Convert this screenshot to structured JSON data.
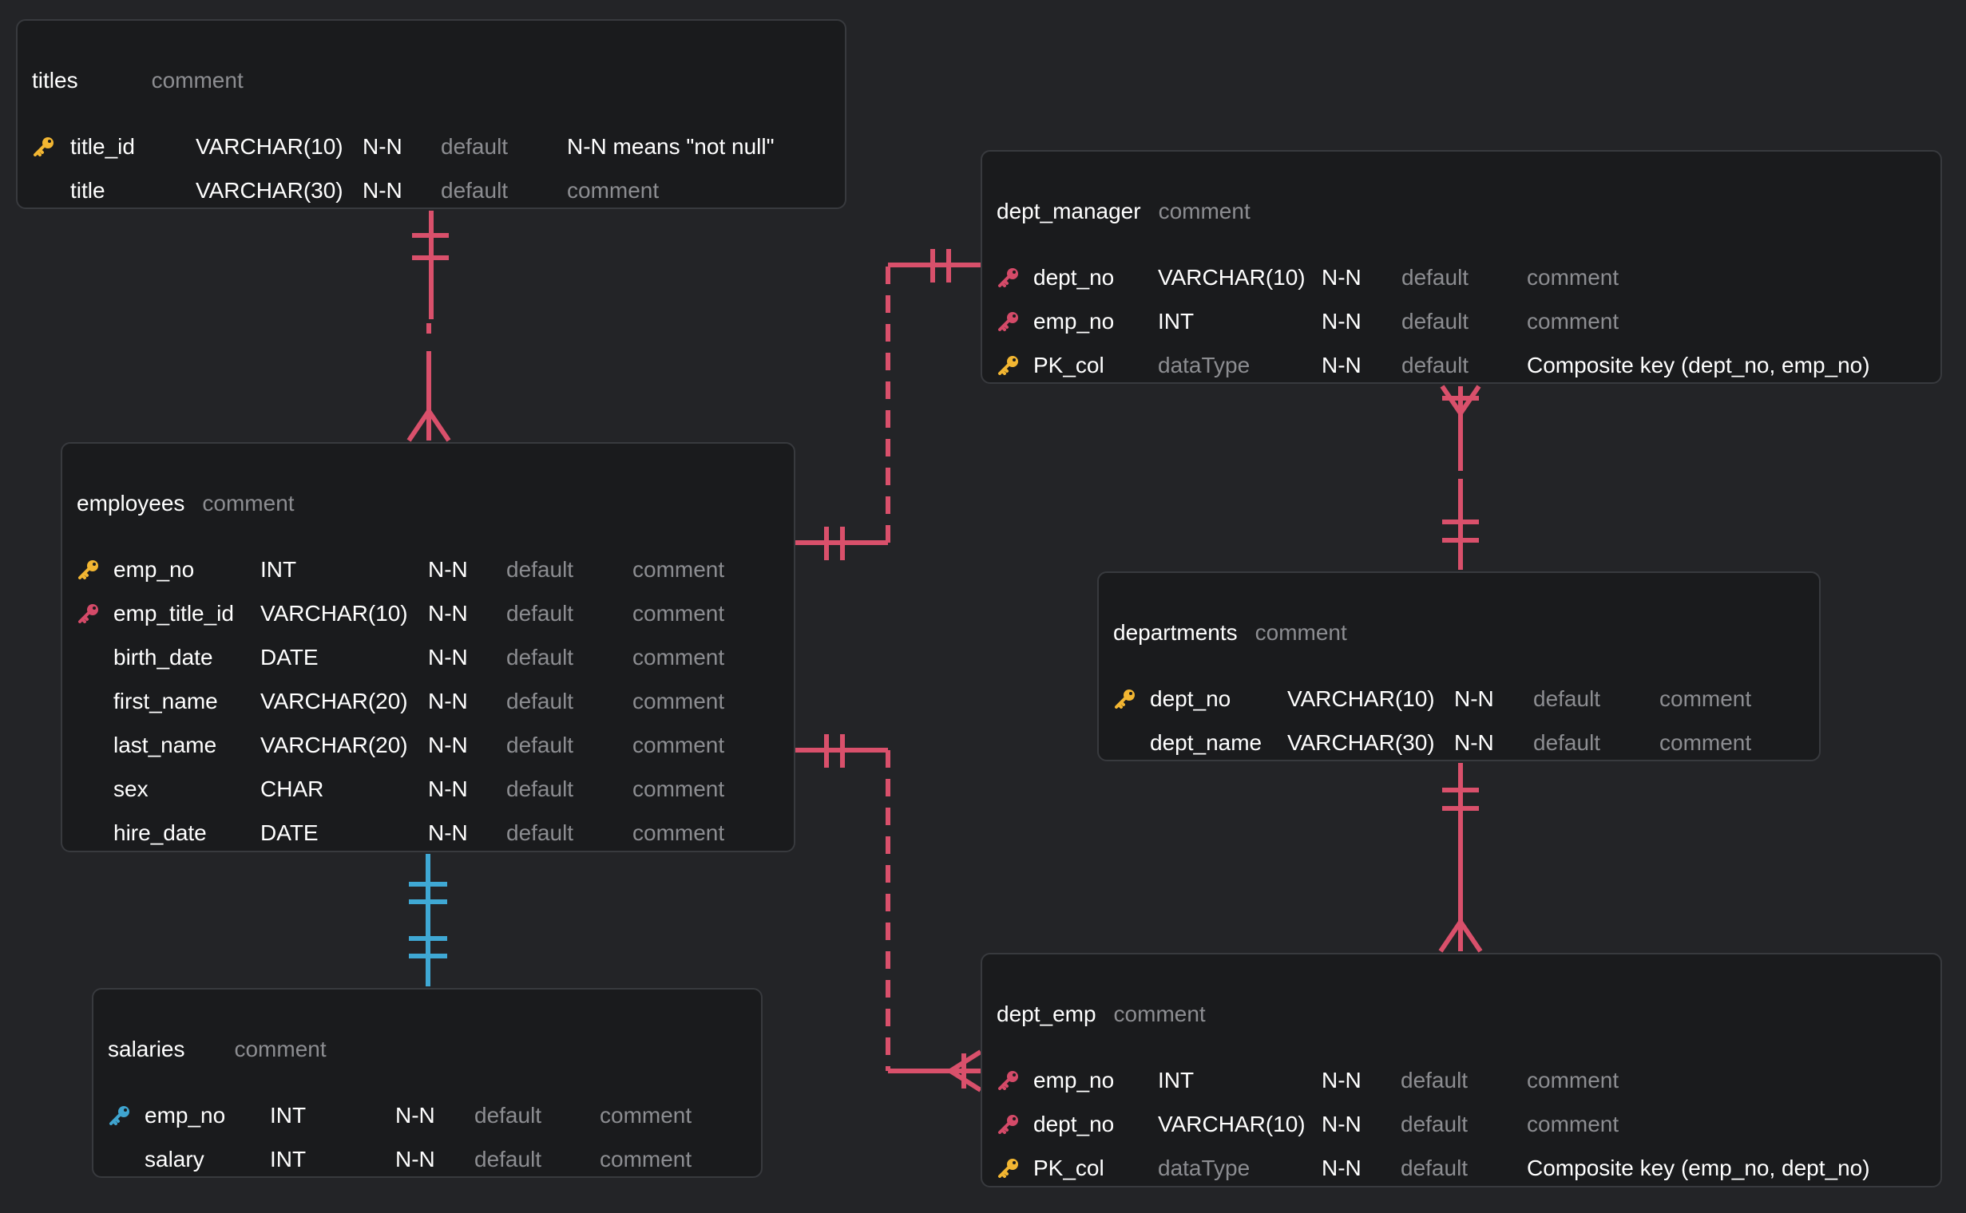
{
  "colors": {
    "background": "#232427",
    "table_bg": "#1a1b1d",
    "border": "#383a3e",
    "muted_text": "#8c8d91",
    "primary_key": "#f2b632",
    "foreign_key": "#d44a68",
    "link_key": "#3fa4cf",
    "relation_red": "#d9506b",
    "relation_blue": "#3fa8d4"
  },
  "tables": [
    {
      "id": "titles",
      "name": "titles",
      "comment": "comment",
      "columns": [
        {
          "key": "primary",
          "name": "title_id",
          "type": "VARCHAR(10)",
          "nullable": "N-N",
          "default": "default",
          "comment": "N-N means \"not null\"",
          "comment_style": "white"
        },
        {
          "key": "none",
          "name": "title",
          "type": "VARCHAR(30)",
          "nullable": "N-N",
          "default": "default",
          "comment": "comment",
          "comment_style": "muted"
        }
      ]
    },
    {
      "id": "dept_manager",
      "name": "dept_manager",
      "comment": "comment",
      "columns": [
        {
          "key": "foreign",
          "name": "dept_no",
          "type": "VARCHAR(10)",
          "type_style": "white",
          "nullable": "N-N",
          "default": "default",
          "comment": "comment",
          "comment_style": "muted"
        },
        {
          "key": "foreign",
          "name": "emp_no",
          "type": "INT",
          "type_style": "white",
          "nullable": "N-N",
          "default": "default",
          "comment": "comment",
          "comment_style": "muted"
        },
        {
          "key": "primary",
          "name": "PK_col",
          "type": "dataType",
          "type_style": "muted",
          "nullable": "N-N",
          "default": "default",
          "comment": "Composite key (dept_no, emp_no)",
          "comment_style": "white"
        }
      ]
    },
    {
      "id": "employees",
      "name": "employees",
      "comment": "comment",
      "columns": [
        {
          "key": "primary",
          "name": "emp_no",
          "type": "INT",
          "nullable": "N-N",
          "default": "default",
          "comment": "comment",
          "comment_style": "muted"
        },
        {
          "key": "foreign",
          "name": "emp_title_id",
          "type": "VARCHAR(10)",
          "nullable": "N-N",
          "default": "default",
          "comment": "comment",
          "comment_style": "muted"
        },
        {
          "key": "none",
          "name": "birth_date",
          "type": "DATE",
          "nullable": "N-N",
          "default": "default",
          "comment": "comment",
          "comment_style": "muted"
        },
        {
          "key": "none",
          "name": "first_name",
          "type": "VARCHAR(20)",
          "nullable": "N-N",
          "default": "default",
          "comment": "comment",
          "comment_style": "muted"
        },
        {
          "key": "none",
          "name": "last_name",
          "type": "VARCHAR(20)",
          "nullable": "N-N",
          "default": "default",
          "comment": "comment",
          "comment_style": "muted"
        },
        {
          "key": "none",
          "name": "sex",
          "type": "CHAR",
          "nullable": "N-N",
          "default": "default",
          "comment": "comment",
          "comment_style": "muted"
        },
        {
          "key": "none",
          "name": "hire_date",
          "type": "DATE",
          "nullable": "N-N",
          "default": "default",
          "comment": "comment",
          "comment_style": "muted"
        }
      ]
    },
    {
      "id": "departments",
      "name": "departments",
      "comment": "comment",
      "columns": [
        {
          "key": "primary",
          "name": "dept_no",
          "type": "VARCHAR(10)",
          "nullable": "N-N",
          "default": "default",
          "comment": "comment",
          "comment_style": "muted"
        },
        {
          "key": "none",
          "name": "dept_name",
          "type": "VARCHAR(30)",
          "nullable": "N-N",
          "default": "default",
          "comment": "comment",
          "comment_style": "muted"
        }
      ]
    },
    {
      "id": "salaries",
      "name": "salaries",
      "comment": "comment",
      "columns": [
        {
          "key": "link",
          "name": "emp_no",
          "type": "INT",
          "nullable": "N-N",
          "default": "default",
          "comment": "comment",
          "comment_style": "muted"
        },
        {
          "key": "none",
          "name": "salary",
          "type": "INT",
          "nullable": "N-N",
          "default": "default",
          "comment": "comment",
          "comment_style": "muted"
        }
      ]
    },
    {
      "id": "dept_emp",
      "name": "dept_emp",
      "comment": "comment",
      "columns": [
        {
          "key": "foreign",
          "name": "emp_no",
          "type": "INT",
          "type_style": "white",
          "nullable": "N-N",
          "default": "default",
          "comment": "comment",
          "comment_style": "muted"
        },
        {
          "key": "foreign",
          "name": "dept_no",
          "type": "VARCHAR(10)",
          "type_style": "white",
          "nullable": "N-N",
          "default": "default",
          "comment": "comment",
          "comment_style": "muted"
        },
        {
          "key": "primary",
          "name": "PK_col",
          "type": "dataType",
          "type_style": "muted",
          "nullable": "N-N",
          "default": "default",
          "comment": "Composite key (emp_no, dept_no)",
          "comment_style": "white"
        }
      ]
    }
  ],
  "relationships": [
    {
      "id": "titles-employees",
      "from": "titles.title_id",
      "to": "employees.emp_title_id",
      "from_card": "one-and-only-one",
      "to_card": "one-or-many",
      "style": "solid",
      "color": "red"
    },
    {
      "id": "employees-dept_manager",
      "from": "employees.emp_no",
      "to": "dept_manager.emp_no",
      "from_card": "one-and-only-one",
      "to_card": "one-and-only-one",
      "style": "dashed",
      "color": "red"
    },
    {
      "id": "departments-dept_manager",
      "from": "departments.dept_no",
      "to": "dept_manager.dept_no",
      "from_card": "one-and-only-one",
      "to_card": "one-or-many",
      "style": "solid",
      "color": "red"
    },
    {
      "id": "employees-dept_emp",
      "from": "employees.emp_no",
      "to": "dept_emp.emp_no",
      "from_card": "one-and-only-one",
      "to_card": "one-or-many",
      "style": "dashed",
      "color": "red"
    },
    {
      "id": "departments-dept_emp",
      "from": "departments.dept_no",
      "to": "dept_emp.dept_no",
      "from_card": "one-and-only-one",
      "to_card": "one-or-many",
      "style": "solid",
      "color": "red"
    },
    {
      "id": "employees-salaries",
      "from": "employees.emp_no",
      "to": "salaries.emp_no",
      "from_card": "one-and-only-one",
      "to_card": "one-and-only-one",
      "style": "solid",
      "color": "blue"
    }
  ]
}
